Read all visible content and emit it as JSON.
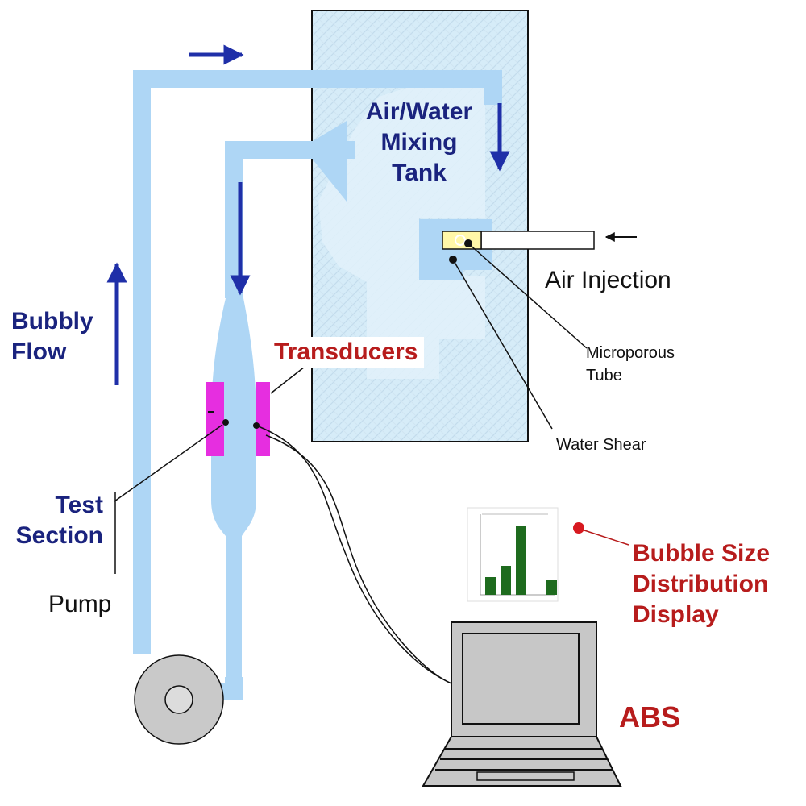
{
  "labels": {
    "tank": "Air/Water\nMixing\nTank",
    "air_injection": "Air Injection",
    "microporous_tube": "Microporous\nTube",
    "water_shear": "Water Shear",
    "transducers": "Transducers",
    "bubbly_flow": "Bubbly\nFlow",
    "test_section": "Test\nSection",
    "pump": "Pump",
    "bubble_size_display": "Bubble Size\nDistribution\nDisplay",
    "abs": "ABS"
  },
  "colors": {
    "pipe": "#aed6f5",
    "tank_water": "#d6ecf8",
    "tank_hatch": "#c3dcec",
    "arrow_blue": "#1f2fa8",
    "navy_text": "#1a237e",
    "red_text": "#b71c1c",
    "transducer": "#e62ee0",
    "pump_fill": "#c9c9c9",
    "laptop": "#c7c7c7",
    "injector": "#fff7a8",
    "bar": "#1e6b1e",
    "indicator_dot": "#d71920"
  },
  "icons": {
    "pump": "pump-icon",
    "laptop": "laptop-icon",
    "histogram": "histogram-icon"
  },
  "chart_data": {
    "type": "bar",
    "values": [
      0.22,
      0.36,
      0.85,
      0.0,
      0.18
    ]
  }
}
